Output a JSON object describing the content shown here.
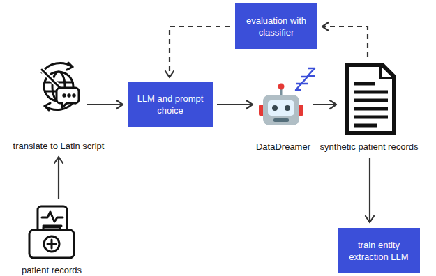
{
  "diagram": {
    "nodes": [
      {
        "text": [
          "evaluation with classifier"
        ]
      },
      {
        "text": [
          "translate to Latin script"
        ]
      },
      {
        "text": [
          "LLM and prompt choice"
        ]
      },
      {
        "text": [
          "DataDreamer"
        ]
      },
      {
        "text": [
          "synthetic patient records"
        ]
      },
      {
        "text": [
          "patient records"
        ]
      },
      {
        "text": [
          "train entity extraction LLM"
        ]
      }
    ],
    "edges": [
      {
        "from": 5,
        "to": 1,
        "arrow": "to"
      },
      {
        "from": 1,
        "to": 2,
        "arrow": "to"
      },
      {
        "from": 2,
        "to": 3,
        "arrow": "to"
      },
      {
        "from": 3,
        "to": 4,
        "arrow": "to"
      },
      {
        "from": 4,
        "to": 6,
        "arrow": "to"
      },
      {
        "from": 4,
        "to": 0,
        "arrow": "to"
      },
      {
        "from": 0,
        "to": 2,
        "arrow": "to"
      }
    ]
  }
}
